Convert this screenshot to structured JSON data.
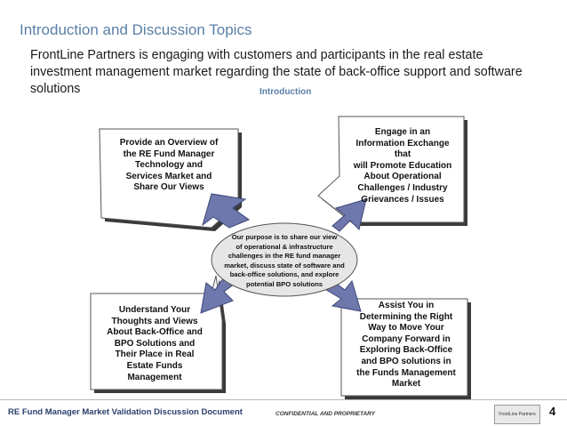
{
  "title": "Introduction and Discussion Topics",
  "subtitle": "FrontLine Partners is engaging with customers and participants in the real estate investment management market regarding the state of back-office support and software solutions",
  "section_label": "Introduction",
  "center": {
    "lines": [
      "Our purpose is to share our view",
      "of operational & infrastructure",
      "challenges in the RE fund manager",
      "market, discuss state of software and",
      "back-office solutions, and explore",
      "potential BPO solutions"
    ]
  },
  "boxes": {
    "top_left": {
      "lines": [
        "Provide an Overview of",
        "the RE Fund Manager",
        "Technology and",
        "Services Market and",
        "Share Our Views"
      ]
    },
    "top_right": {
      "lines": [
        "Engage in an",
        "Information Exchange",
        "that",
        "will Promote Education",
        "About Operational",
        "Challenges / Industry",
        "Grievances / Issues"
      ]
    },
    "bottom_left": {
      "lines": [
        "Understand Your",
        "Thoughts and Views",
        "About Back-Office and",
        "BPO Solutions and",
        "Their Place in Real",
        "Estate Funds",
        "Management"
      ]
    },
    "bottom_right": {
      "lines": [
        "Assist You in",
        "Determining the Right",
        "Way to Move Your",
        "Company Forward in",
        "Exploring Back-Office",
        "and BPO solutions in",
        "the Funds Management",
        "Market"
      ]
    }
  },
  "footer": {
    "left": "RE Fund Manager Market Validation Discussion Document",
    "center": "CONFIDENTIAL AND PROPRIETARY",
    "page_number": "4",
    "logo_text": "FrontLine Partners"
  },
  "colors": {
    "title": "#5b7fa6",
    "arrow_fill": "#6f78ad",
    "arrow_stroke": "#3e4677",
    "footer_text": "#2a3f6b"
  }
}
